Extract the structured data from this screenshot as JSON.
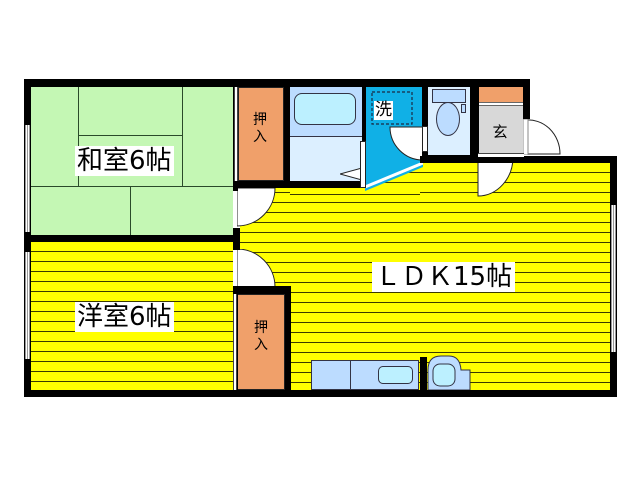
{
  "floorplan": {
    "rooms": {
      "washitsu": {
        "label": "和室6帖",
        "type": "japanese-room",
        "size_jo": 6,
        "color": "#c4f7b4"
      },
      "youshitsu": {
        "label": "洋室6帖",
        "type": "western-room",
        "size_jo": 6,
        "color": "#ffff00"
      },
      "ldk": {
        "label": "ＬＤＫ15帖",
        "type": "living-dining-kitchen",
        "size_jo": 15,
        "color": "#ffff00"
      },
      "closet_top": {
        "label_line1": "押",
        "label_line2": "入",
        "type": "closet",
        "color": "#f0a06a"
      },
      "closet_bottom": {
        "label_line1": "押",
        "label_line2": "入",
        "type": "closet",
        "color": "#f0a06a"
      },
      "bathroom": {
        "type": "bathroom",
        "color": "#dcefff"
      },
      "washroom": {
        "label": "洗",
        "type": "washroom",
        "color": "#10b0e6"
      },
      "toilet": {
        "type": "toilet",
        "color": "#dcefff"
      },
      "genkan": {
        "label": "玄",
        "type": "entrance",
        "color": "#d8d8d8"
      },
      "shoe_storage": {
        "type": "shoe-cabinet",
        "color": "#f0a06a"
      }
    },
    "fixtures": {
      "kitchen_counter": {
        "color": "#bcdcff"
      },
      "sink": {
        "color": "#bcf0ff"
      },
      "fridge_space": {
        "color": "#bcdcff"
      }
    },
    "colors": {
      "wall": "#000000",
      "background": "#ffffff",
      "fixture_blue": "#bcdcff"
    }
  }
}
